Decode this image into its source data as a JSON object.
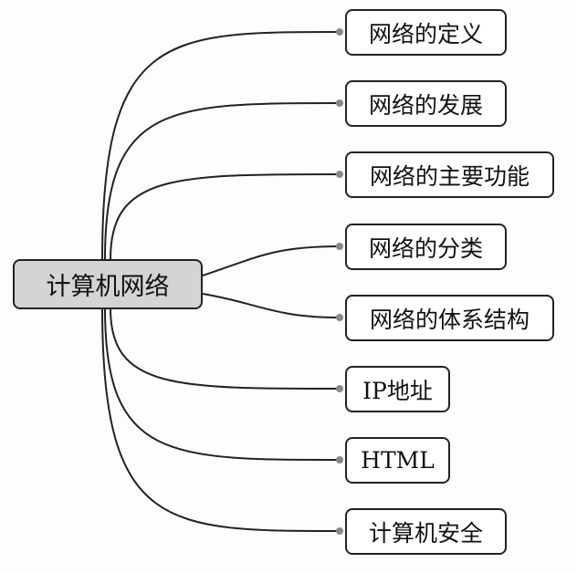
{
  "center": {
    "label": "计算机网络"
  },
  "children": [
    {
      "label": "网络的定义"
    },
    {
      "label": "网络的发展"
    },
    {
      "label": "网络的主要功能"
    },
    {
      "label": "网络的分类"
    },
    {
      "label": "网络的体系结构"
    },
    {
      "label": "IP地址"
    },
    {
      "label": "HTML"
    },
    {
      "label": "计算机安全"
    }
  ],
  "colors": {
    "center_fill": "#d4d4d4",
    "line": "#222222",
    "dot": "#888888"
  }
}
